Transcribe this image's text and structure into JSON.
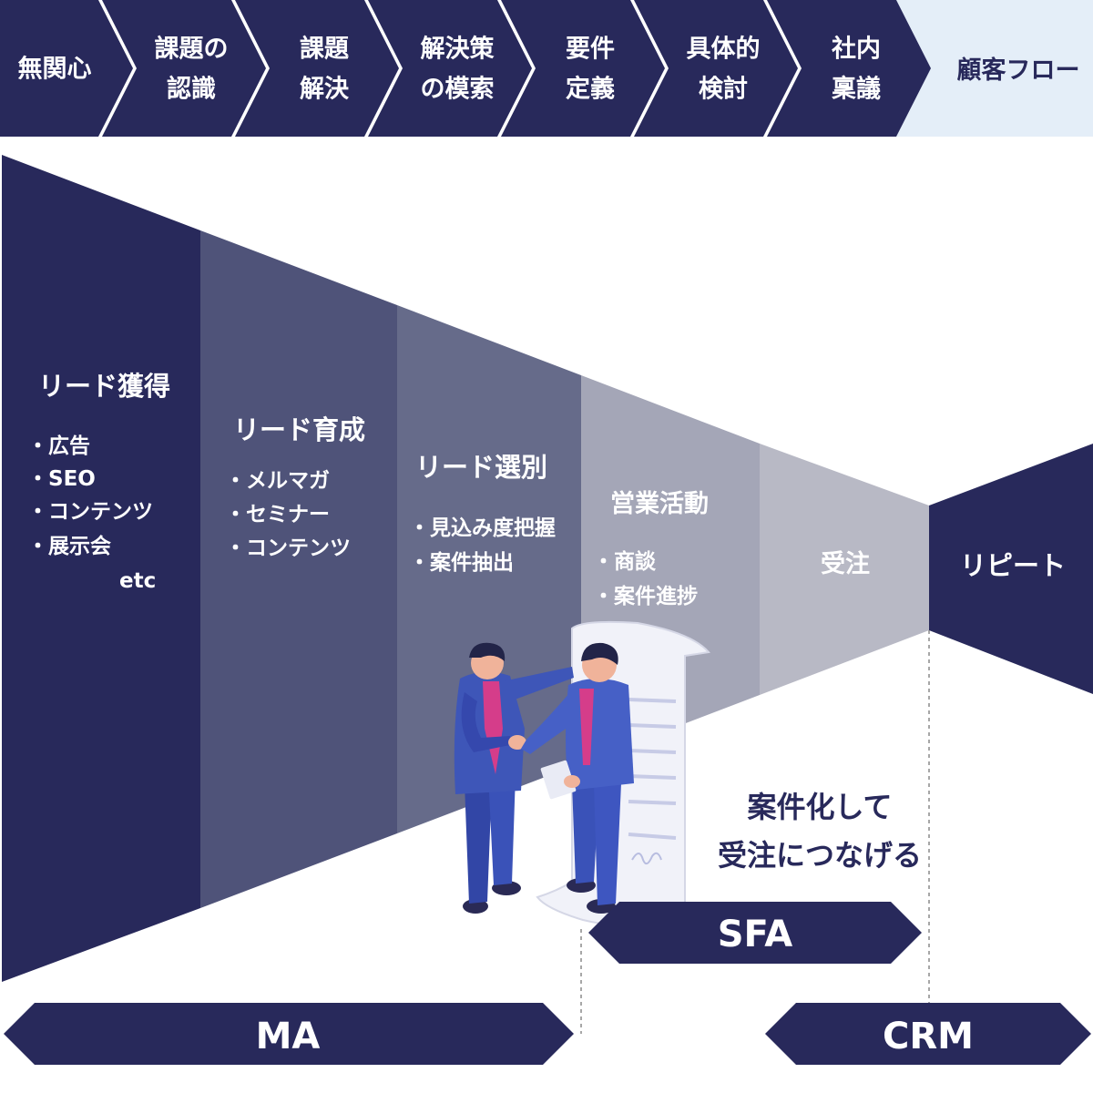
{
  "colors": {
    "navy": "#28295b",
    "stage2": "#4f5379",
    "stage3": "#666b8a",
    "stage4": "#a4a6b7",
    "stage5": "#b8b9c5",
    "current_bg": "#e4eef8",
    "white": "#ffffff"
  },
  "process_steps": [
    {
      "lines": [
        "無関心"
      ]
    },
    {
      "lines": [
        "課題の",
        "認識"
      ]
    },
    {
      "lines": [
        "課題",
        "解決"
      ]
    },
    {
      "lines": [
        "解決策",
        "の模索"
      ]
    },
    {
      "lines": [
        "要件",
        "定義"
      ]
    },
    {
      "lines": [
        "具体的",
        "検討"
      ]
    },
    {
      "lines": [
        "社内",
        "稟議"
      ]
    }
  ],
  "flow_label": "顧客フロー",
  "stages": [
    {
      "title": "リード獲得",
      "items": [
        "・広告",
        "・SEO",
        "・コンテンツ",
        "・展示会"
      ],
      "note": "etc"
    },
    {
      "title": "リード育成",
      "items": [
        "・メルマガ",
        "・セミナー",
        "・コンテンツ"
      ]
    },
    {
      "title": "リード選別",
      "items": [
        "・見込み度把握",
        "・案件抽出"
      ]
    },
    {
      "title": "営業活動",
      "items": [
        "・商談",
        "・案件進捗"
      ]
    },
    {
      "title": "受注",
      "items": []
    },
    {
      "title": "リピート",
      "items": []
    }
  ],
  "message": [
    "案件化して",
    "受注につなげる"
  ],
  "tools": {
    "sfa": "SFA",
    "ma": "MA",
    "crm": "CRM"
  },
  "illustration": {
    "icon": "business-handshake-illustration"
  }
}
